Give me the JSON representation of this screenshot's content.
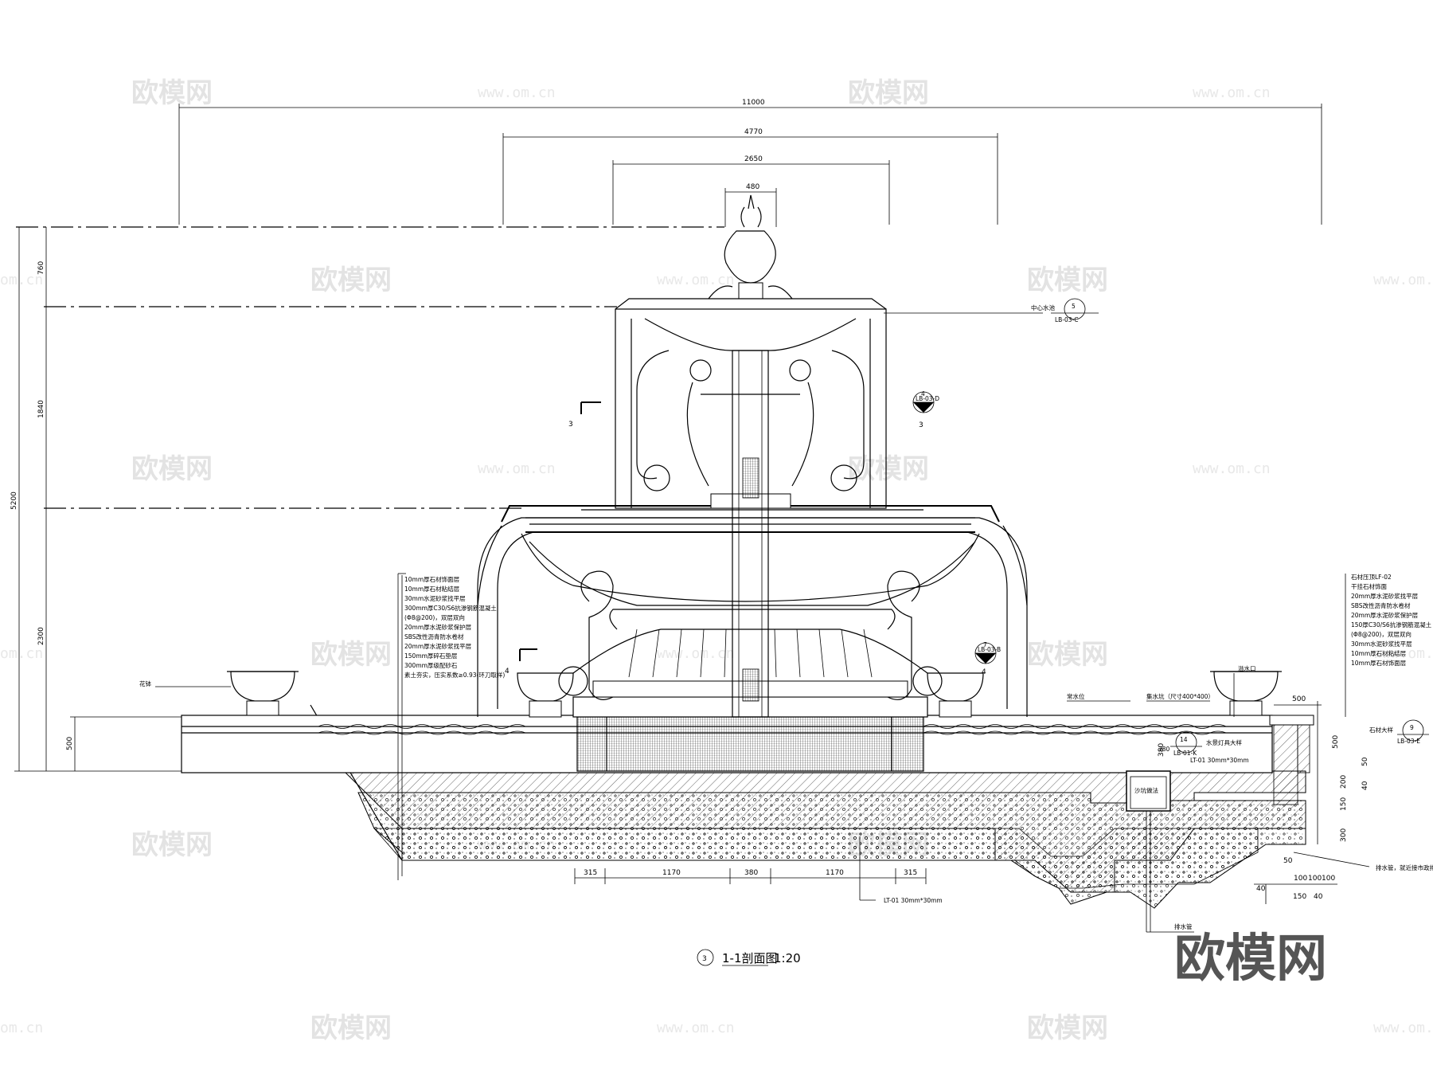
{
  "watermark": {
    "text": "欧模网",
    "url": "www.om.cn",
    "url_left": "om.cn"
  },
  "brand_logo": "欧模网",
  "dimensions": {
    "top": [
      "11000",
      "4770",
      "2650",
      "480"
    ],
    "left": [
      "760",
      "1840",
      "5200",
      "2300",
      "500"
    ],
    "bottom": [
      "315",
      "1170",
      "380",
      "1170",
      "315"
    ],
    "right_vertical": [
      "500",
      "50",
      "200",
      "40",
      "150",
      "300",
      "380"
    ],
    "right_bottom": [
      "50",
      "40",
      "100",
      "100",
      "100",
      "150",
      "40"
    ],
    "basin_small": "500"
  },
  "section_marks": {
    "left_upper": "3",
    "right_upper": "3",
    "left_lower": "4",
    "right_lower": "4"
  },
  "callouts": {
    "top_right_label": "中心水池",
    "top_right_num": "5",
    "top_right_ref": "LB-03-C",
    "right_num": "9",
    "right_ref": "LB-03-E",
    "right_label": "石材大样",
    "mid_num": "14",
    "mid_ref": "LB-01-K",
    "mid_label": "水景灯具大样",
    "bubble_ref_a": "LB-03-D",
    "bubble_ref_b": "LB-03-B",
    "bubble_num_a": "4",
    "bubble_num_b": "7"
  },
  "labels": {
    "left_planter": "花钵",
    "water_level": "常水位",
    "overflow": "溢水口",
    "sump": "集水坑（尺寸400*400）",
    "sump_box": "沙坑做法",
    "lt01_right": "LT-01 30mm*30mm",
    "lt01_bottom": "LT-01 30mm*30mm",
    "drain_pipe": "排水管，就近接市政排水管",
    "drain_bottom": "排水管",
    "val_380": "380"
  },
  "left_layers": [
    "10mm厚石材饰面层",
    "10mm厚石材粘结层",
    "30mm水泥砂浆找平层",
    "300mm厚C30/S6抗渗钢筋混凝土",
    "(Φ8@200)，双层双向",
    "20mm厚水泥砂浆保护层",
    "SBS改性沥青防水卷材",
    "20mm厚水泥砂浆找平层",
    "150mm厚碎石垫层",
    "300mm厚级配砂石",
    "素土夯实，压实系数≥0.93(环刀取样)"
  ],
  "right_layers": [
    "石材压顶LF-02",
    "干挂石材饰面",
    "20mm厚水泥砂浆找平层",
    "SBS改性沥青防水卷材",
    "20mm厚水泥砂浆保护层",
    "150厚C30/S6抗渗钢筋混凝土",
    "(Φ8@200)，双层双向",
    "30mm水泥砂浆找平层",
    "10mm厚石材粘结层",
    "10mm厚石材饰面层"
  ],
  "drawing_title": {
    "num": "3",
    "name": "1-1剖面图",
    "scale": "1:20"
  }
}
